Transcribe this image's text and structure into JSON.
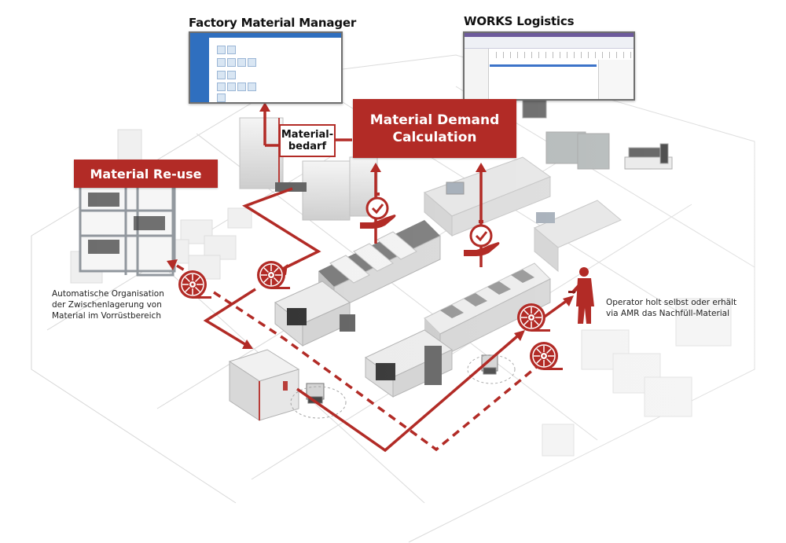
{
  "colors": {
    "accent_red": "#b22b26",
    "fmm_blue": "#2f6fbf",
    "works_purple": "#6d5a9c"
  },
  "screens": {
    "factory_material_manager": {
      "title": "Factory Material Manager",
      "icon": "app-screenshot-icon"
    },
    "works_logistics": {
      "title": "WORKS Logistics",
      "icon": "app-screenshot-icon"
    }
  },
  "labels": {
    "material_demand_calculation": {
      "line1": "Material Demand",
      "line2": "Calculation"
    },
    "material_bedarf": {
      "line1": "Material-",
      "line2": "bedarf"
    },
    "material_reuse": "Material Re-use"
  },
  "notes": {
    "left": {
      "line1": "Automatische Organisation",
      "line2": "der Zwischenlagerung von",
      "line3": "Material im Vorrüstbereich"
    },
    "right": {
      "line1": "Operator holt selbst oder erhält",
      "line2": "via AMR das Nachfüll-Material"
    }
  },
  "icons": {
    "timer_hand": "stopwatch-check-hand-icon",
    "reel": "material-reel-icon",
    "operator": "operator-silhouette-icon"
  }
}
